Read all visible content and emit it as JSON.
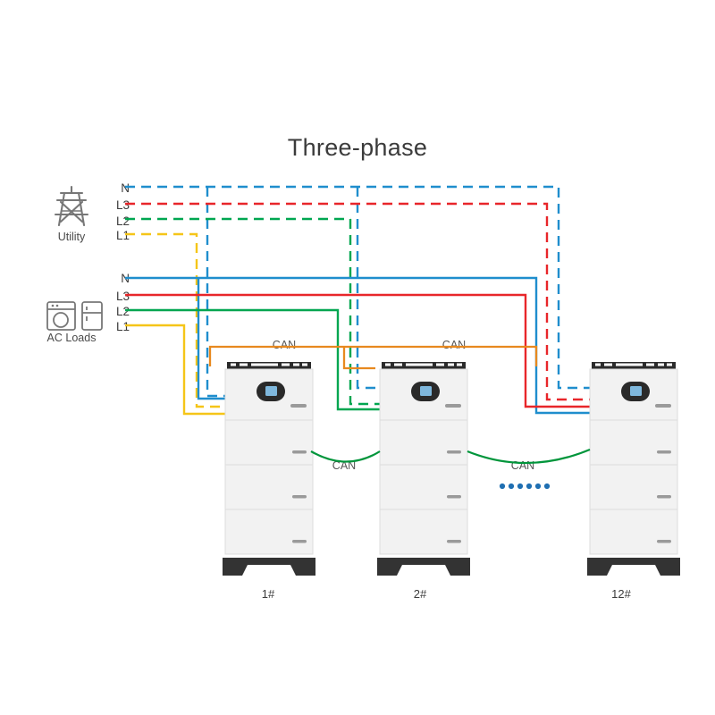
{
  "title": "Three-phase",
  "sources": [
    {
      "id": "utility",
      "caption": "Utility",
      "icon": "transmission-tower-icon",
      "line_style": "dashed",
      "phases": [
        {
          "label": "N",
          "color": "#1f8ecd"
        },
        {
          "label": "L3",
          "color": "#e8262a"
        },
        {
          "label": "L2",
          "color": "#00a650"
        },
        {
          "label": "L1",
          "color": "#f5c518"
        }
      ]
    },
    {
      "id": "ac-loads",
      "caption": "AC Loads",
      "icon": "washing-machine-refrigerator-icon",
      "line_style": "solid",
      "phases": [
        {
          "label": "N",
          "color": "#1f8ecd"
        },
        {
          "label": "L3",
          "color": "#e8262a"
        },
        {
          "label": "L2",
          "color": "#00a650"
        },
        {
          "label": "L1",
          "color": "#f5c518"
        }
      ]
    }
  ],
  "can_bus": {
    "label": "CAN",
    "top_color": "#e8891f",
    "stack_color": "#00953b",
    "top_labels": [
      "CAN",
      "CAN"
    ],
    "stack_labels": [
      "CAN",
      "CAN"
    ],
    "continuation_dots": 6,
    "continuation_dot_color": "#1f6fb2"
  },
  "units": [
    {
      "label": "1#",
      "modules": 3,
      "has_inverter": true,
      "brand_mark": "logo"
    },
    {
      "label": "2#",
      "modules": 3,
      "has_inverter": true,
      "brand_mark": "logo"
    },
    {
      "label": "12#",
      "modules": 3,
      "has_inverter": true,
      "brand_mark": "logo"
    }
  ],
  "colors": {
    "background": "#ffffff",
    "text": "#3b3b3b",
    "cabinet_body": "#f2f2f2",
    "cabinet_edge": "#d8d8d8",
    "cabinet_top_vent": "#2b2b2b",
    "cabinet_base": "#333333",
    "display_bezel": "#2a2a2a",
    "display_screen": "#7fb8dd",
    "icon_stroke": "#777777"
  }
}
